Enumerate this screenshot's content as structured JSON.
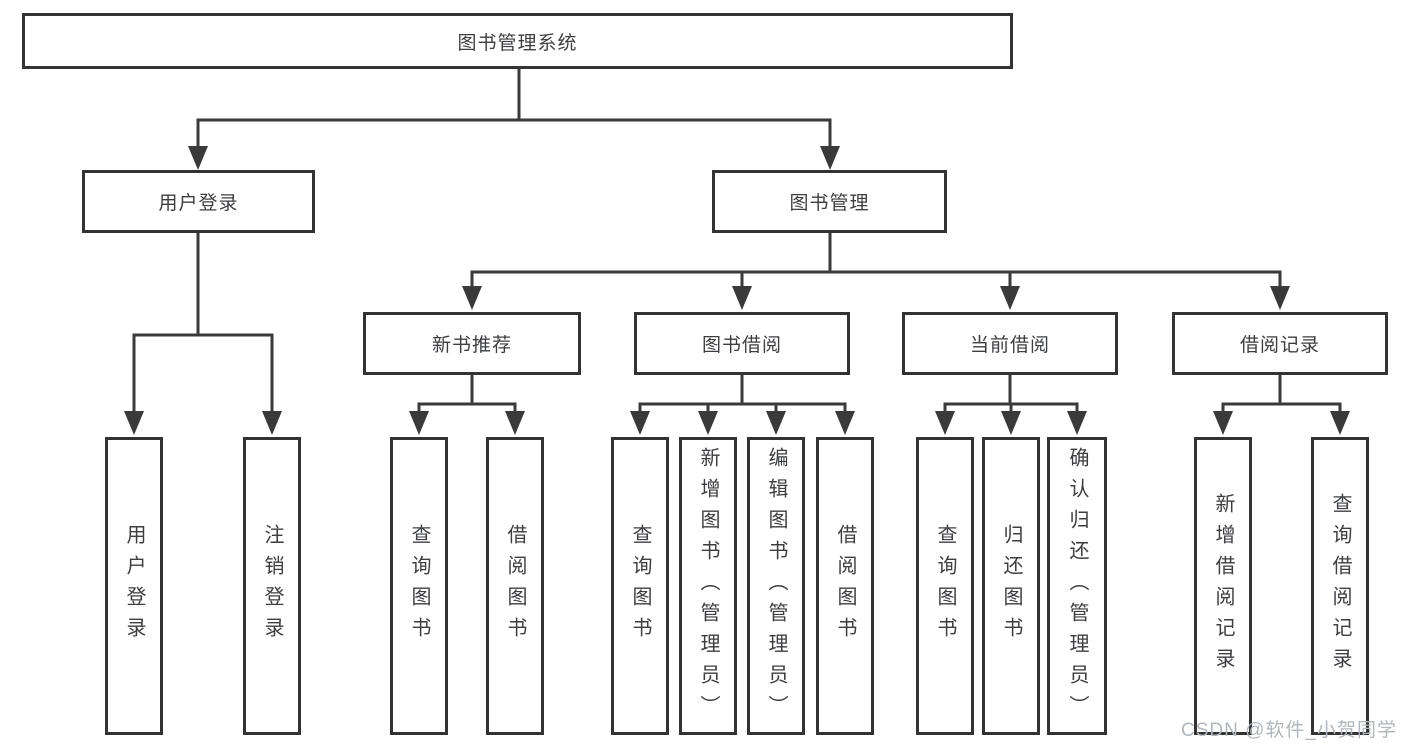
{
  "tree": {
    "root": "图书管理系统",
    "branches": [
      {
        "label": "用户登录",
        "children": [
          "用户登录",
          "注销登录"
        ]
      },
      {
        "label": "图书管理",
        "sections": [
          {
            "label": "新书推荐",
            "children": [
              "查询图书",
              "借阅图书"
            ]
          },
          {
            "label": "图书借阅",
            "children": [
              "查询图书",
              "新增图书（管理员）",
              "编辑图书（管理员）",
              "借阅图书"
            ]
          },
          {
            "label": "当前借阅",
            "children": [
              "查询图书",
              "归还图书",
              "确认归还（管理员）"
            ]
          },
          {
            "label": "借阅记录",
            "children": [
              "新增借阅记录",
              "查询借阅记录"
            ]
          }
        ]
      }
    ]
  },
  "watermark": {
    "text": "CSDN @软件_小贺同学"
  },
  "colors": {
    "line": "#3a3a3a",
    "box_border": "#333333",
    "text": "#3d3e41",
    "background": "#ffffff",
    "watermark": "#b2b6bd"
  }
}
